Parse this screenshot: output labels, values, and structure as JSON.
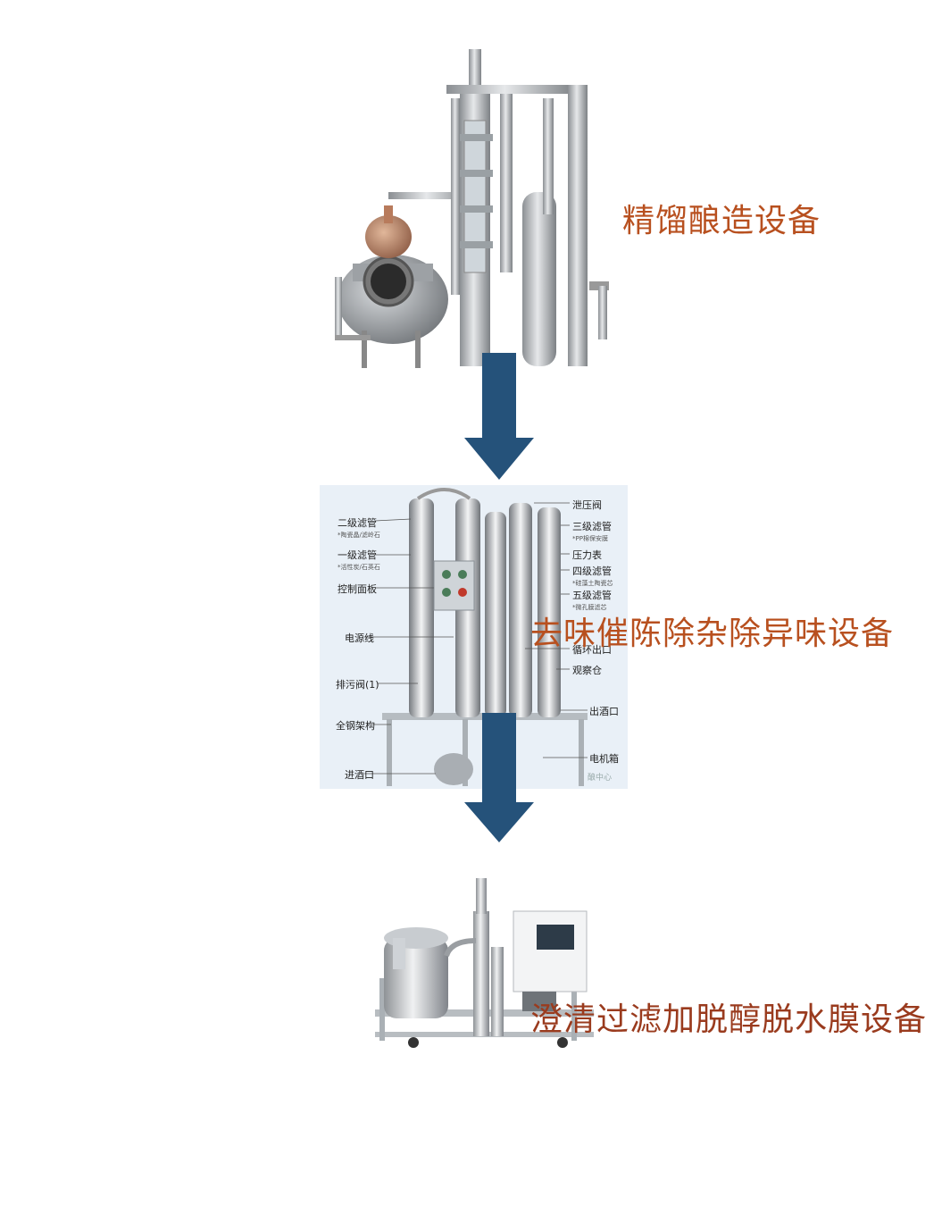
{
  "stages": [
    {
      "id": "stage-1",
      "label": "精馏酿造设备"
    },
    {
      "id": "stage-2",
      "label": "去味催陈除杂除异味设备"
    },
    {
      "id": "stage-3",
      "label": "澄清过滤加脱醇脱水膜设备"
    }
  ],
  "callouts": {
    "left": [
      {
        "text": "二级滤管",
        "sub": "*陶瓷晶/滤岭石"
      },
      {
        "text": "一级滤管",
        "sub": "*活性炭/石英石"
      },
      {
        "text": "控制面板",
        "sub": ""
      },
      {
        "text": "电源线",
        "sub": ""
      },
      {
        "text": "排污阀(1)",
        "sub": ""
      },
      {
        "text": "全钢架构",
        "sub": ""
      },
      {
        "text": "进酒口",
        "sub": ""
      }
    ],
    "right": [
      {
        "text": "泄压阀",
        "sub": ""
      },
      {
        "text": "三级滤管",
        "sub": "*PP棉保安膜"
      },
      {
        "text": "压力表",
        "sub": ""
      },
      {
        "text": "四级滤管",
        "sub": "*硅藻土陶瓷芯"
      },
      {
        "text": "五级滤管",
        "sub": "*微孔膜滤芯"
      },
      {
        "text": "循环出口",
        "sub": ""
      },
      {
        "text": "观察仓",
        "sub": ""
      },
      {
        "text": "出酒口",
        "sub": ""
      },
      {
        "text": "电机箱",
        "sub": ""
      }
    ],
    "watermark": "酿中心"
  },
  "colors": {
    "arrow": "#25527a",
    "label_orange": "#b8501f",
    "label_red": "#9a3b1e",
    "panel_bg": "#e9f0f7"
  }
}
